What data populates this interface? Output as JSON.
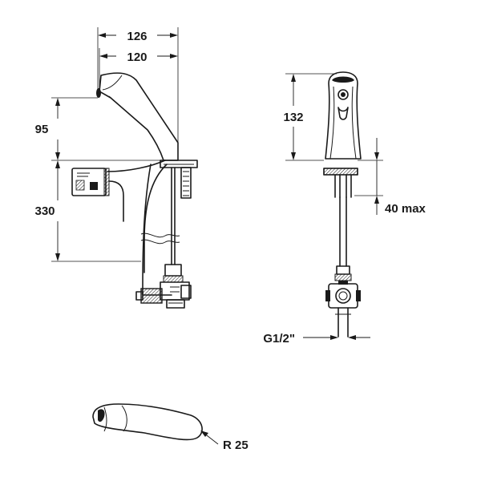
{
  "dimensions": {
    "spout_width_outer": "126",
    "spout_width_inner": "120",
    "height_above_deck": "95",
    "height_below_deck": "330",
    "front_height": "132",
    "deck_thickness": "40 max",
    "connection_thread": "G1/2\"",
    "spout_radius": "R 25"
  },
  "colors": {
    "line": "#1a1a1a",
    "background": "#ffffff"
  }
}
